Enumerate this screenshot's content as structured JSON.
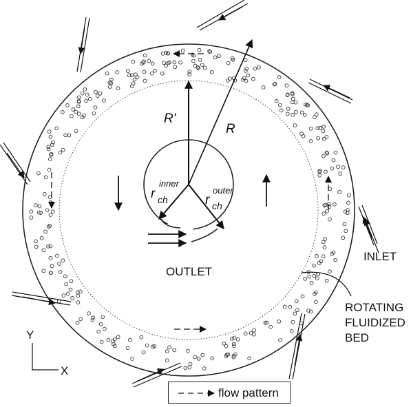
{
  "labels": {
    "inlet": "INLET",
    "outlet": "OUTLET",
    "bed_line1": "ROTATING",
    "bed_line2": "FLUIDIZED",
    "bed_line3": "BED",
    "r_prime": "R'",
    "r": "R",
    "r_ch": "r",
    "r_ch_sub": "ch",
    "inner": "inner",
    "outer": "outer",
    "axis_y": "Y",
    "axis_x": "X"
  },
  "legend": {
    "label": "flow pattern"
  }
}
